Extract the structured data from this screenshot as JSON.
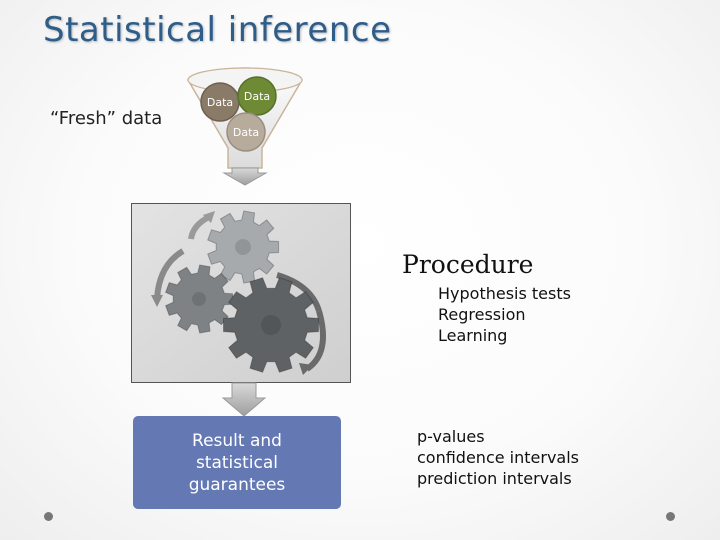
{
  "title": "Statistical inference",
  "input_label": "“Fresh” data",
  "data_bubbles": [
    "Data",
    "Data",
    "Data"
  ],
  "procedure": {
    "heading": "Procedure",
    "items": [
      "Hypothesis tests",
      "Regression",
      "Learning"
    ]
  },
  "result": {
    "lines": [
      "Result and",
      "statistical",
      "guarantees"
    ]
  },
  "outputs": [
    "p-values",
    "confidence intervals",
    "prediction intervals"
  ],
  "colors": {
    "title": "#2e5d8a",
    "result_box": "#6478b4",
    "bubble_left": "#8a7a68",
    "bubble_right": "#6f8a35",
    "bubble_bottom": "#b7ab9c"
  }
}
